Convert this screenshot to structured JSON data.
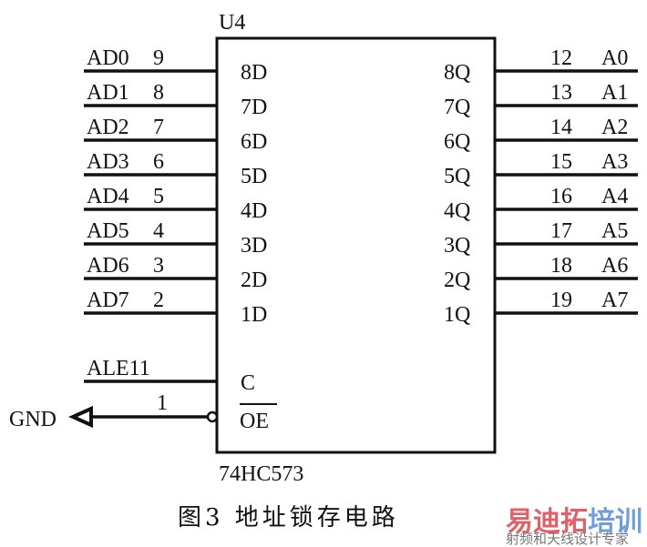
{
  "chip": {
    "ref": "U4",
    "part": "74HC573"
  },
  "left_pins": [
    {
      "net": "AD0",
      "pin": "9",
      "name": "8D"
    },
    {
      "net": "AD1",
      "pin": "8",
      "name": "7D"
    },
    {
      "net": "AD2",
      "pin": "7",
      "name": "6D"
    },
    {
      "net": "AD3",
      "pin": "6",
      "name": "5D"
    },
    {
      "net": "AD4",
      "pin": "5",
      "name": "4D"
    },
    {
      "net": "AD5",
      "pin": "4",
      "name": "3D"
    },
    {
      "net": "AD6",
      "pin": "3",
      "name": "2D"
    },
    {
      "net": "AD7",
      "pin": "2",
      "name": "1D"
    }
  ],
  "right_pins": [
    {
      "net": "A0",
      "pin": "12",
      "name": "8Q"
    },
    {
      "net": "A1",
      "pin": "13",
      "name": "7Q"
    },
    {
      "net": "A2",
      "pin": "14",
      "name": "6Q"
    },
    {
      "net": "A3",
      "pin": "15",
      "name": "5Q"
    },
    {
      "net": "A4",
      "pin": "16",
      "name": "4Q"
    },
    {
      "net": "A5",
      "pin": "17",
      "name": "3Q"
    },
    {
      "net": "A6",
      "pin": "18",
      "name": "2Q"
    },
    {
      "net": "A7",
      "pin": "19",
      "name": "1Q"
    }
  ],
  "control": {
    "ale_label": "ALE11",
    "c_name": "C",
    "oe_pin": "1",
    "oe_name": "OE",
    "gnd_label": "GND"
  },
  "caption": "图3   地址锁存电路",
  "watermark": {
    "title_a": "易迪拓",
    "title_b": "培训",
    "subtitle": "射频和天线设计专家",
    "color_a": "#e0606a",
    "color_b": "#6f9fd8"
  }
}
